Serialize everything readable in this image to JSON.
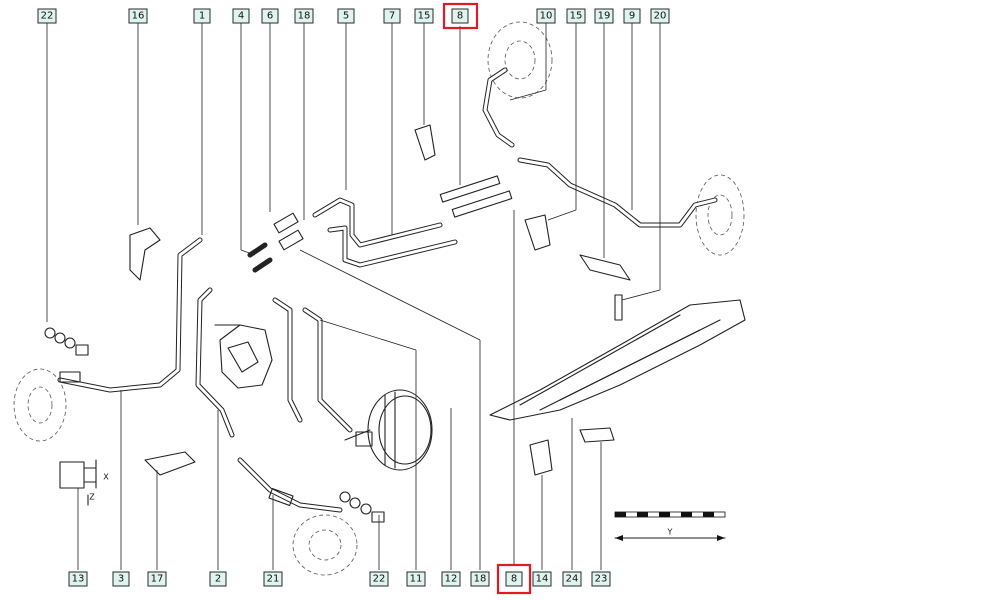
{
  "labels": {
    "top": [
      "22",
      "16",
      "1",
      "4",
      "6",
      "18",
      "5",
      "7",
      "15",
      "8",
      "10",
      "15",
      "19",
      "9",
      "20"
    ],
    "bottom": [
      "13",
      "3",
      "17",
      "2",
      "21",
      "22",
      "11",
      "12",
      "18",
      "8",
      "14",
      "24",
      "23"
    ]
  },
  "highlighted": [
    "8"
  ],
  "dimension_labels": {
    "x": "X",
    "z": "Z",
    "y": "Y"
  },
  "colors": {
    "label_fill": "#dff3ef",
    "highlight": "#e01b24",
    "line": "#222222"
  }
}
